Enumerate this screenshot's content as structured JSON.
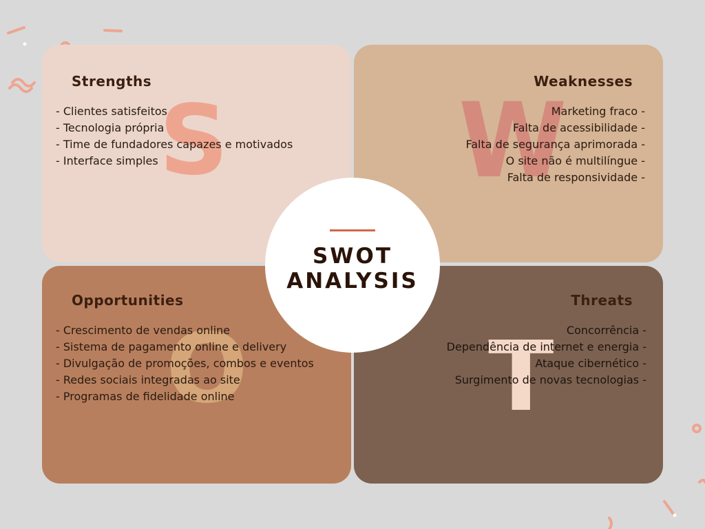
{
  "strengths": {
    "title": "Strengths",
    "letter": "S",
    "items": [
      "- Clientes satisfeitos",
      "- Tecnologia própria",
      "- Time de fundadores capazes e motivados",
      "- Interface simples"
    ]
  },
  "weaknesses": {
    "title": "Weaknesses",
    "letter": "W",
    "items": [
      "Marketing fraco -",
      "Falta de acessibilidade -",
      "Falta de segurança aprimorada -",
      "O site não é multilíngue -",
      "Falta de responsividade -"
    ]
  },
  "opportunities": {
    "title": "Opportunities",
    "letter": "O",
    "items": [
      "- Crescimento de vendas online",
      "- Sistema de pagamento online e delivery",
      "- Divulgação de promoções, combos e eventos",
      "- Redes sociais integradas ao site",
      "- Programas de fidelidade online"
    ]
  },
  "threats": {
    "title": "Threats",
    "letter": "T",
    "items": [
      "Concorrência -",
      "Dependência de internet e energia -",
      "Ataque cibernético -",
      "Surgimento de novas tecnologias -"
    ]
  },
  "center": {
    "line1": "SWOT",
    "line2": "ANALYSIS"
  },
  "colors": {
    "background": "#d9d9d9",
    "strengths": "#ecd6cb",
    "weaknesses": "#d5b595",
    "opportunities": "#b87f5e",
    "threats": "#7c6150",
    "accent": "#d2654a"
  }
}
